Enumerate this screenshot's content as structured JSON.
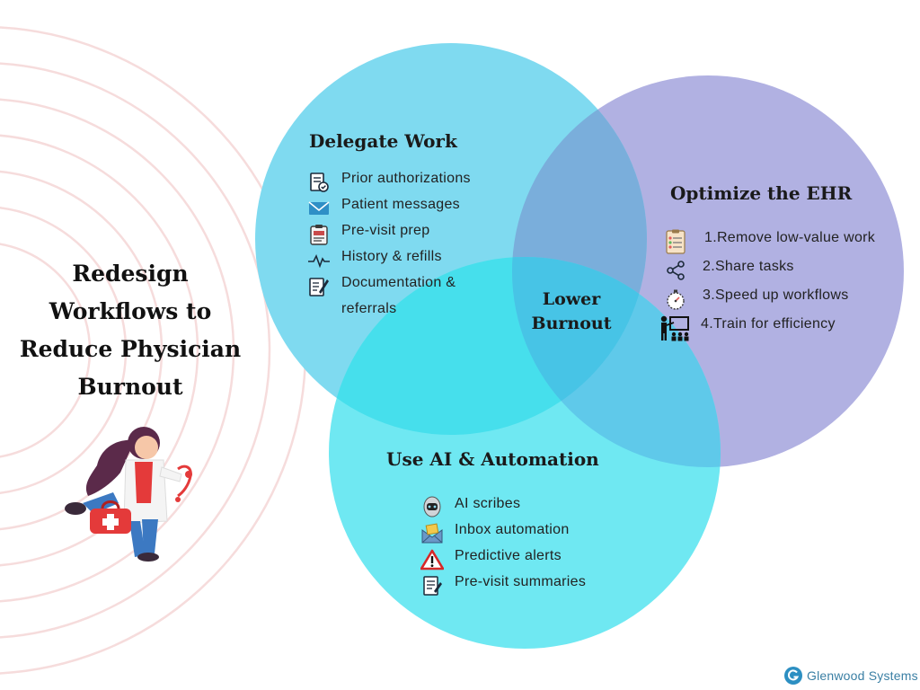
{
  "title": "Redesign Workflows to Reduce Physician Burnout",
  "center": "Lower Burnout",
  "delegate": {
    "heading": "Delegate Work",
    "items": [
      {
        "label": "Prior authorizations",
        "icon": "document-check-icon"
      },
      {
        "label": "Patient messages",
        "icon": "envelope-icon"
      },
      {
        "label": "Pre-visit prep",
        "icon": "clipboard-icon"
      },
      {
        "label": "History & refills",
        "icon": "pulse-icon"
      },
      {
        "label": "Documentation &",
        "label2": "referrals",
        "icon": "document-pen-icon"
      }
    ]
  },
  "ehr": {
    "heading": "Optimize the EHR",
    "items": [
      {
        "num": "1.",
        "label": "Remove low-value work",
        "icon": "checklist-icon"
      },
      {
        "num": "2.",
        "label": "Share tasks",
        "icon": "share-icon"
      },
      {
        "num": "3.",
        "label": "Speed up workflows",
        "icon": "stopwatch-icon"
      },
      {
        "num": "4.",
        "label": "Train for efficiency",
        "icon": "training-icon"
      }
    ]
  },
  "ai": {
    "heading": "Use AI & Automation",
    "items": [
      {
        "label": "AI scribes",
        "icon": "robot-icon"
      },
      {
        "label": "Inbox automation",
        "icon": "inbox-icon"
      },
      {
        "label": "Predictive alerts",
        "icon": "warning-icon"
      },
      {
        "label": "Pre-visit summaries",
        "icon": "document-list-icon"
      }
    ]
  },
  "logo": "Glenwood Systems",
  "colors": {
    "delegate_circle": "#7fdaf0",
    "ehr_circle": "#b1b1e2",
    "ai_circle": "#6fe8f2",
    "overlap_center": "#47c4e6",
    "rings": "#f6dcdc",
    "logo": "#3a7fa4"
  }
}
